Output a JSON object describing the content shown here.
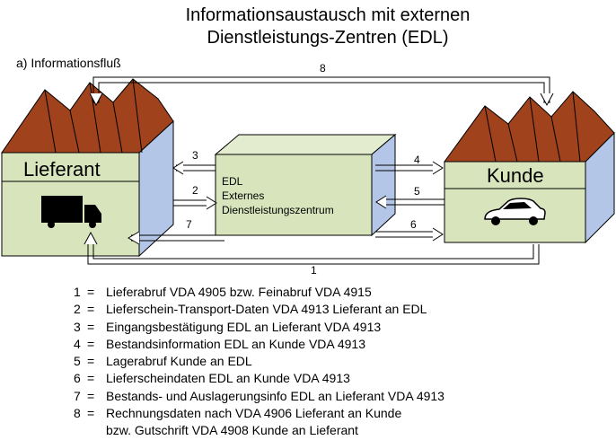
{
  "title": {
    "line1": "Informationsaustausch mit externen",
    "line2": "Dienstleistungs-Zentren (EDL)"
  },
  "subtitle": "a) Informationsfluß",
  "colors": {
    "roof": "#a0421c",
    "building_front": "#d8e4bc",
    "building_side": "#b4c6e7",
    "edl_front": "#d8e4bc",
    "edl_side": "#b4c6e7"
  },
  "nodes": {
    "lieferant": {
      "label": "Lieferant",
      "icon": "truck-icon"
    },
    "kunde": {
      "label": "Kunde",
      "icon": "car-icon"
    },
    "edl": {
      "line1": "EDL",
      "line2": "Externes",
      "line3": "Dienstleistungszentrum"
    }
  },
  "arrows": {
    "a1": "1",
    "a2": "2",
    "a3": "3",
    "a4": "4",
    "a5": "5",
    "a6": "6",
    "a7": "7",
    "a8": "8"
  },
  "legend": [
    {
      "num": "1",
      "eq": "=",
      "text": "Lieferabruf VDA 4905 bzw. Feinabruf VDA 4915"
    },
    {
      "num": "2",
      "eq": "=",
      "text": "Lieferschein-Transport-Daten VDA 4913 Lieferant an EDL"
    },
    {
      "num": "3",
      "eq": "=",
      "text": "Eingangsbestätigung EDL an Lieferant VDA 4913"
    },
    {
      "num": "4",
      "eq": "=",
      "text": "Bestandsinformation EDL an Kunde VDA 4913"
    },
    {
      "num": "5",
      "eq": "=",
      "text": "Lagerabruf Kunde an EDL"
    },
    {
      "num": "6",
      "eq": "=",
      "text": "Lieferscheindaten EDL an Kunde VDA 4913"
    },
    {
      "num": "7",
      "eq": "=",
      "text": "Bestands- und Auslagerungsinfo EDL an Lieferant VDA 4913"
    },
    {
      "num": "8",
      "eq": "=",
      "text": "Rechnungsdaten nach VDA 4906 Lieferant an Kunde"
    }
  ],
  "legend_continuation": "bzw. Gutschrift VDA 4908 Kunde an Lieferant"
}
